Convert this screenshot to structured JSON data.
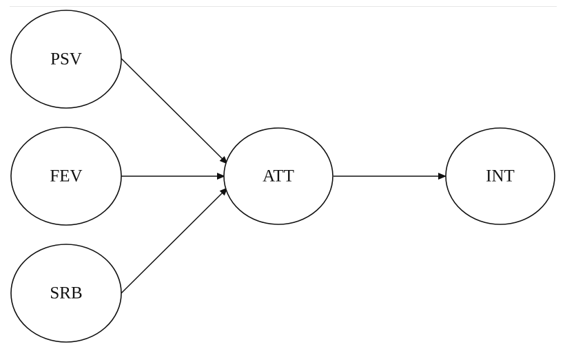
{
  "nodes": [
    {
      "id": "PSV",
      "label": "PSV"
    },
    {
      "id": "FEV",
      "label": "FEV"
    },
    {
      "id": "SRB",
      "label": "SRB"
    },
    {
      "id": "ATT",
      "label": "ATT"
    },
    {
      "id": "INT",
      "label": "INT"
    }
  ],
  "edges": [
    {
      "from": "PSV",
      "to": "ATT"
    },
    {
      "from": "FEV",
      "to": "ATT"
    },
    {
      "from": "SRB",
      "to": "ATT"
    },
    {
      "from": "ATT",
      "to": "INT"
    }
  ]
}
